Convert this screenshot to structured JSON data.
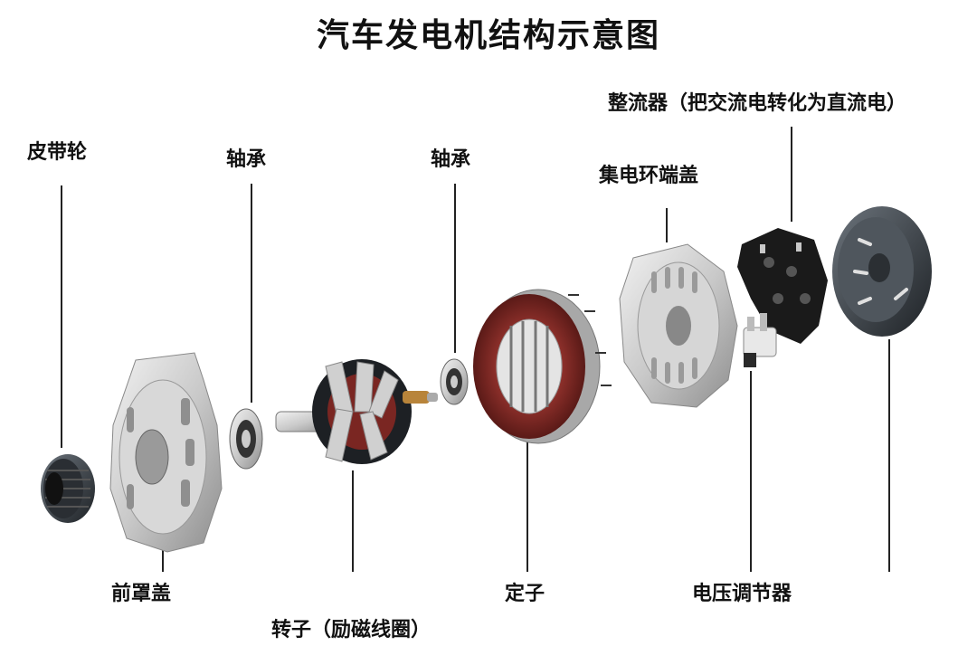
{
  "title": "汽车发电机结构示意图",
  "labels": {
    "pulley": "皮带轮",
    "bearing_left": "轴承",
    "bearing_right": "轴承",
    "slip_ring_end_cover": "集电环端盖",
    "rectifier": "整流器（把交流电转化为直流电）",
    "front_cover": "前罩盖",
    "rotor": "转子（励磁线圈）",
    "stator": "定子",
    "voltage_regulator": "电压调节器"
  }
}
